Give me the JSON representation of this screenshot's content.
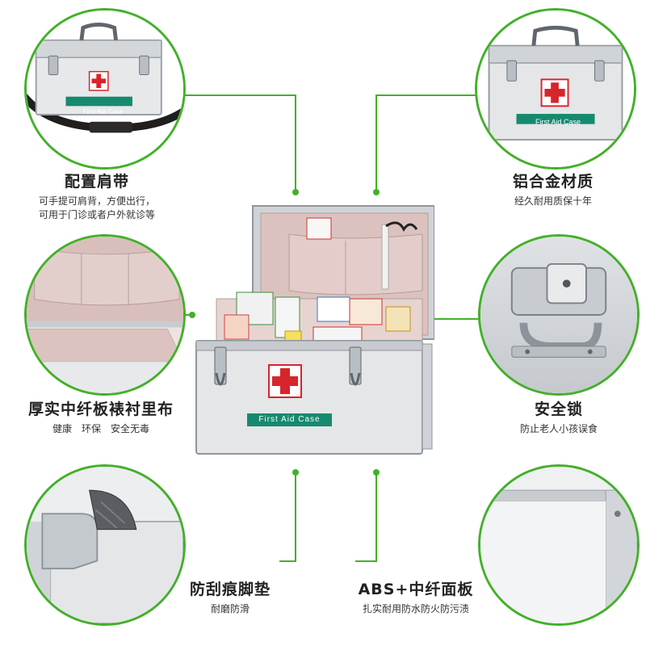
{
  "colors": {
    "accent_green": "#43b02a",
    "label_teal": "#168a6e",
    "cross_red": "#d8242b",
    "lining_pink": "#d9bfbb",
    "aluminum": "#e4e6e8"
  },
  "case_label": "First Aid Case",
  "features": [
    {
      "id": "strap",
      "title": "配置肩带",
      "desc": [
        "可手提可肩背，方便出行，",
        "可用于门诊或者户外就诊等"
      ]
    },
    {
      "id": "aluminum",
      "title": "铝合金材质",
      "desc": [
        "经久耐用质保十年"
      ]
    },
    {
      "id": "lining",
      "title": "厚实中纤板裱衬里布",
      "desc": [
        "健康　环保　安全无毒"
      ]
    },
    {
      "id": "lock",
      "title": "安全锁",
      "desc": [
        "防止老人小孩误食"
      ]
    },
    {
      "id": "foot-pad",
      "title": "防刮痕脚垫",
      "desc": [
        "耐磨防滑"
      ]
    },
    {
      "id": "panel",
      "title": "ABS+中纤面板",
      "desc": [
        "扎实耐用防水防火防污渍"
      ]
    }
  ]
}
